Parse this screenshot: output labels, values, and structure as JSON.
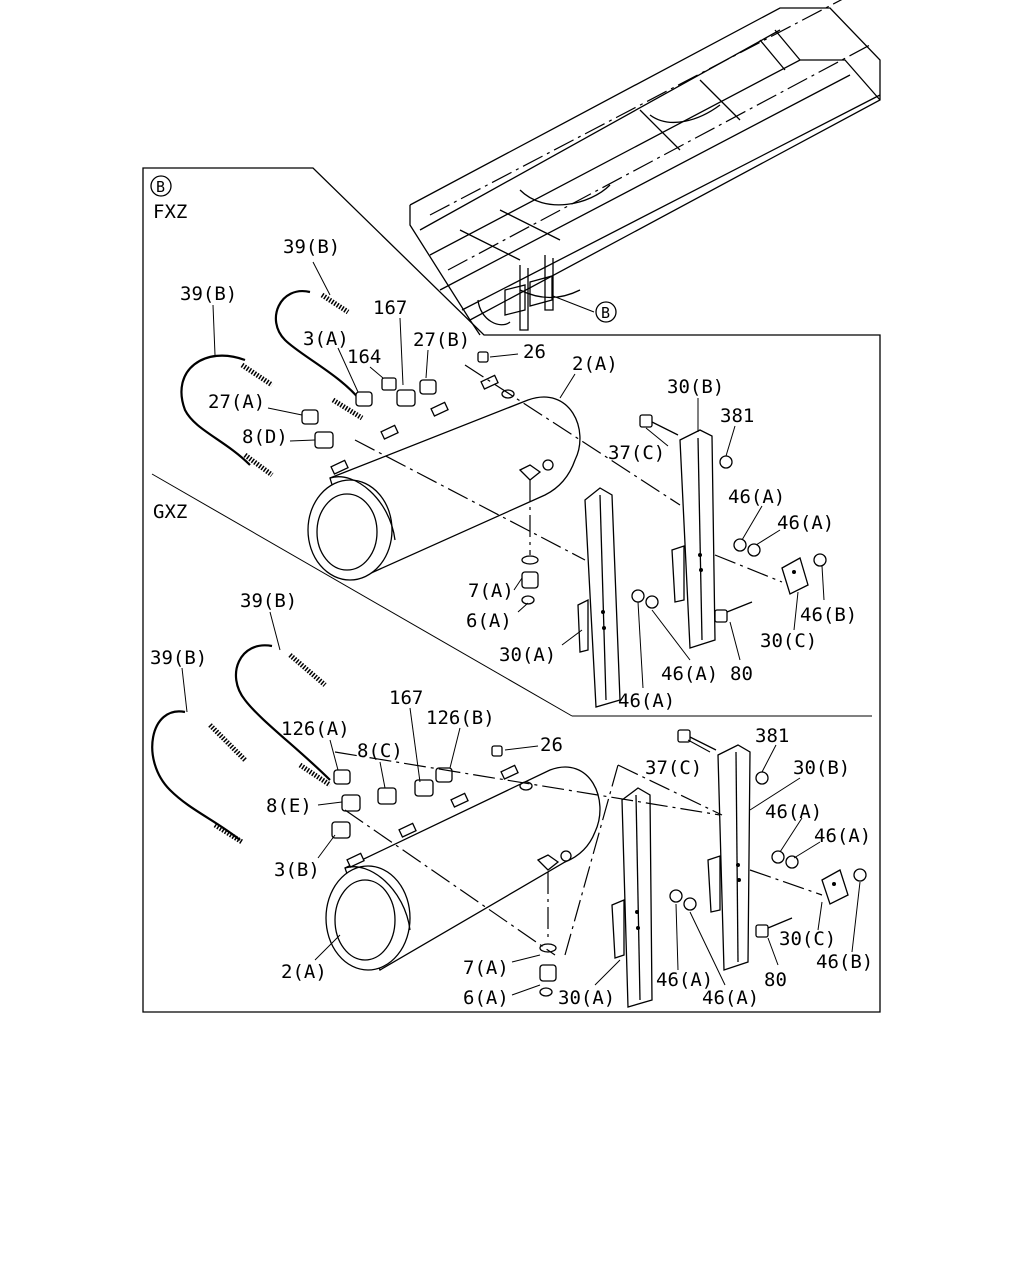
{
  "detail_marker": "B",
  "top_callout": "B",
  "sections": {
    "upper_variant": "FXZ",
    "lower_variant": "GXZ"
  },
  "upper_labels": {
    "hose_back": "39(B)",
    "hose_front": "39(B)",
    "p167": "167",
    "p3a": "3(A)",
    "p164": "164",
    "p27b": "27(B)",
    "p26": "26",
    "p2a": "2(A)",
    "p27a": "27(A)",
    "p8d": "8(D)",
    "p30b": "30(B)",
    "p381": "381",
    "p37c": "37(C)",
    "p46a_1": "46(A)",
    "p46a_2": "46(A)",
    "p46b": "46(B)",
    "p30c": "30(C)",
    "p7a": "7(A)",
    "p6a": "6(A)",
    "p30a": "30(A)",
    "p46a_3": "46(A)",
    "p46a_4": "46(A)",
    "p80": "80"
  },
  "lower_labels": {
    "hose_back": "39(B)",
    "hose_front": "39(B)",
    "p167": "167",
    "p126a": "126(A)",
    "p126b": "126(B)",
    "p26": "26",
    "p8c": "8(C)",
    "p8e": "8(E)",
    "p3b": "3(B)",
    "p2a": "2(A)",
    "p37c": "37(C)",
    "p381": "381",
    "p30b": "30(B)",
    "p46a_1": "46(A)",
    "p46a_2": "46(A)",
    "p30c": "30(C)",
    "p46b": "46(B)",
    "p7a": "7(A)",
    "p6a": "6(A)",
    "p30a": "30(A)",
    "p46a_3": "46(A)",
    "p46a_4": "46(A)",
    "p80": "80"
  }
}
